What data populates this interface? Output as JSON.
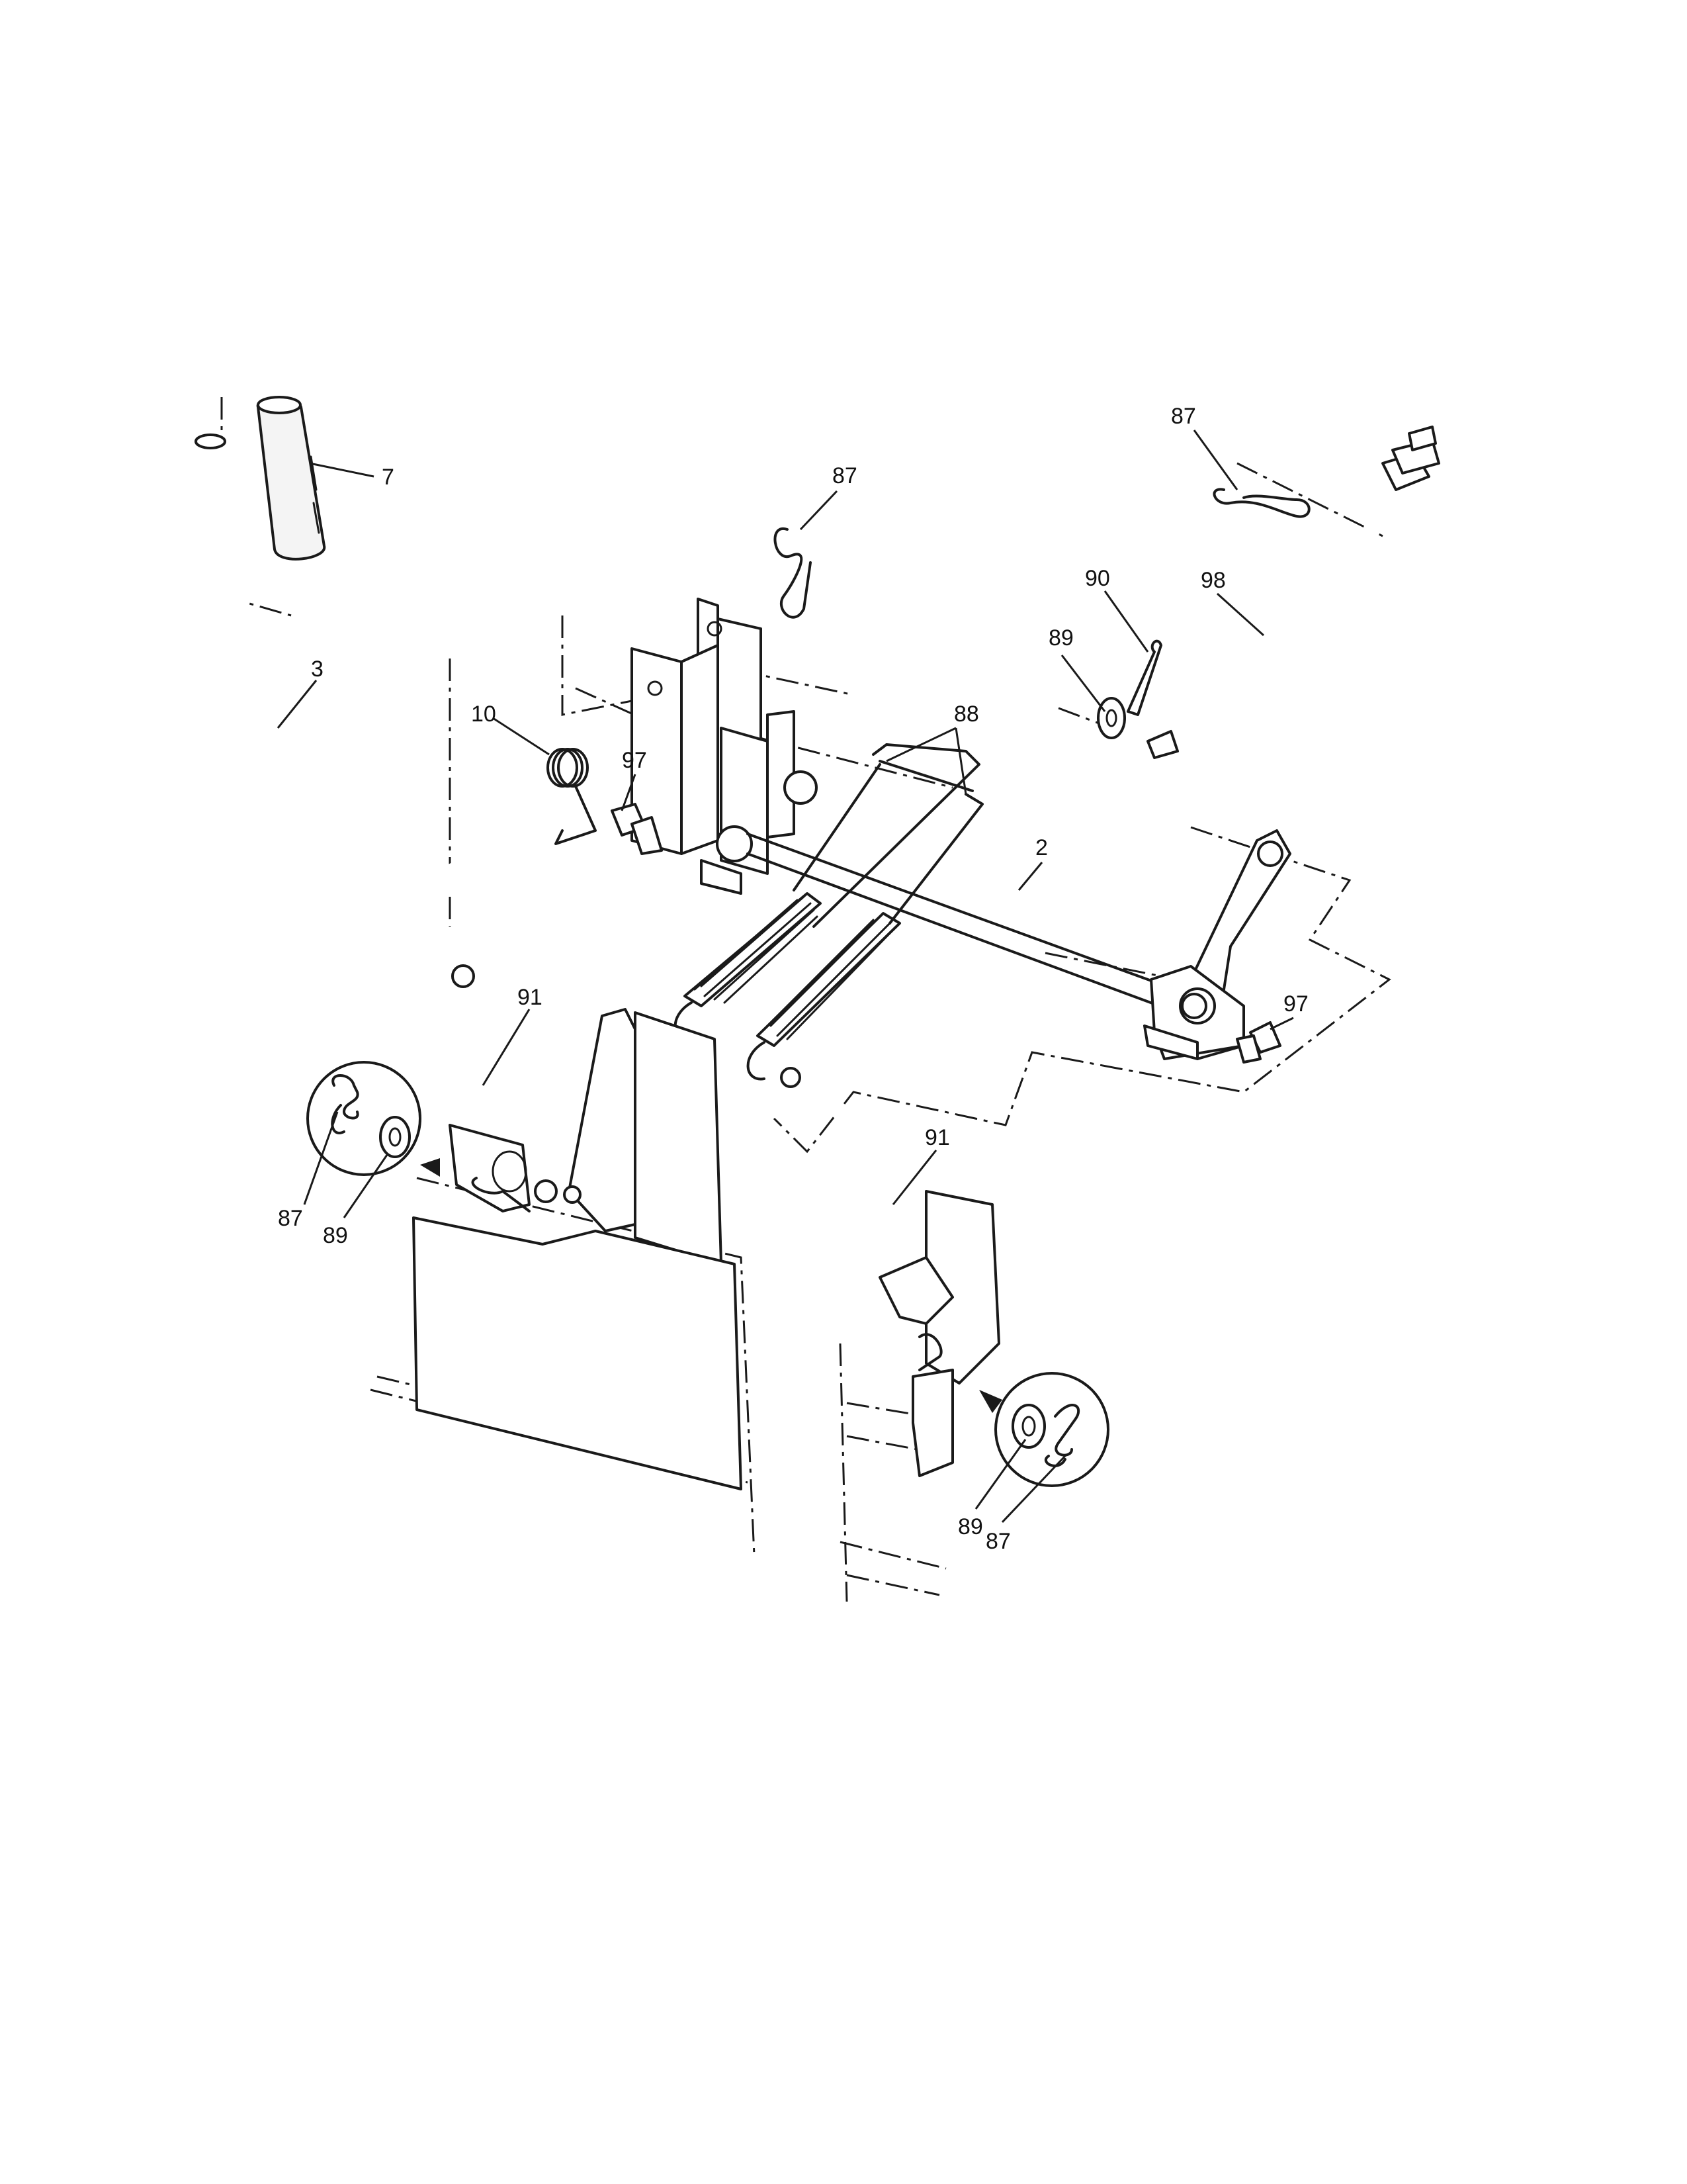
{
  "callouts": [
    {
      "id": "c7",
      "text": "7"
    },
    {
      "id": "c87_top",
      "text": "87"
    },
    {
      "id": "c87_right",
      "text": "87"
    },
    {
      "id": "c90",
      "text": "90"
    },
    {
      "id": "c98",
      "text": "98"
    },
    {
      "id": "c89_right",
      "text": "89"
    },
    {
      "id": "c3",
      "text": "3"
    },
    {
      "id": "c10",
      "text": "10"
    },
    {
      "id": "c97_left",
      "text": "97"
    },
    {
      "id": "c88",
      "text": "88"
    },
    {
      "id": "c2",
      "text": "2"
    },
    {
      "id": "c97_right",
      "text": "97"
    },
    {
      "id": "c91_left",
      "text": "91"
    },
    {
      "id": "c87_detail_left",
      "text": "87"
    },
    {
      "id": "c89_detail_left",
      "text": "89"
    },
    {
      "id": "c91_right",
      "text": "91"
    },
    {
      "id": "c89_detail_right",
      "text": "89"
    },
    {
      "id": "c87_detail_right",
      "text": "87"
    }
  ]
}
